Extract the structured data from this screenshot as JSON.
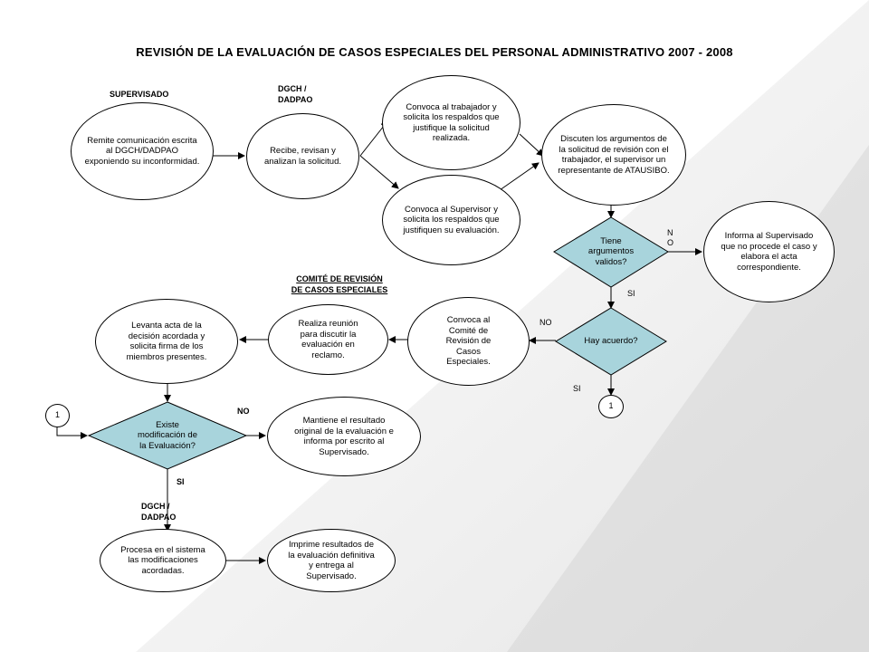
{
  "title": "REVISIÓN DE LA  EVALUACIÓN DE CASOS ESPECIALES DEL PERSONAL ADMINISTRATIVO  2007 - 2008",
  "labels": {
    "supervisado": "SUPERVISADO",
    "dgch_top_1": "DGCH /",
    "dgch_top_2": "DADPAO",
    "comite_1": "COMITÉ DE REVISIÓN",
    "comite_2": "DE CASOS ESPECIALES",
    "dgch_bottom_1": "DGCH /",
    "dgch_bottom_2": "DADPAO"
  },
  "nodes": {
    "remite": "Remite comunicación escrita al DGCH/DADPAO exponiendo su inconformidad.",
    "recibe": "Recibe, revisan y analizan la solicitud.",
    "convoca_trabajador": "Convoca al trabajador y solicita los respaldos que justifique la solicitud realizada.",
    "convoca_supervisor": "Convoca al Supervisor y solicita los respaldos que justifiquen su evaluación.",
    "discuten": "Discuten los argumentos de la solicitud de revisión con el trabajador, el supervisor un representante de ATAUSIBO.",
    "tiene_argumentos": "Tiene argumentos validos?",
    "informa": "Informa al Supervisado que no procede el caso y elabora  el acta correspondiente.",
    "hay_acuerdo": "Hay acuerdo?",
    "convoca_comite": "Convoca al Comité de Revisión de Casos Especiales.",
    "realiza_reunion": "Realiza reunión para discutir la evaluación en reclamo.",
    "levanta_acta": "Levanta acta de la decisión acordada y solicita firma de los miembros presentes.",
    "existe_modificacion": "Existe modificación de la Evaluación?",
    "mantiene": "Mantiene el resultado original de la evaluación e informa por escrito al Supervisado.",
    "procesa": "Procesa en el sistema las modificaciones acordadas.",
    "imprime": "Imprime resultados de la evaluación definitiva y entrega al Supervisado.",
    "connector_right": "1",
    "connector_left": "1"
  },
  "edge_labels": {
    "no_tiene_1": "N",
    "no_tiene_2": "O",
    "si_tiene": "SI",
    "no_acuerdo": "NO",
    "si_acuerdo": "SI",
    "no_existe": "NO",
    "si_existe": "SI"
  },
  "colors": {
    "decision_fill": "#a8d4dc",
    "background_gray": "#dcdcdc"
  }
}
